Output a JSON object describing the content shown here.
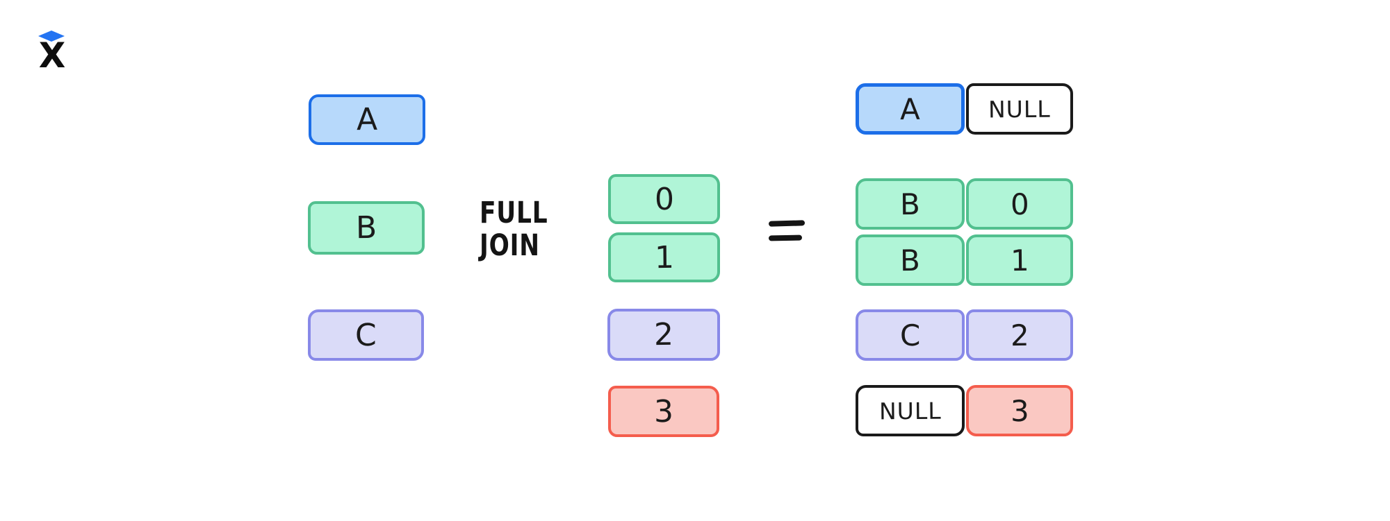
{
  "palette": {
    "blue": {
      "fill": "#b7d9fb",
      "border": "#1c6ee8"
    },
    "green": {
      "fill": "#b0f5d7",
      "border": "#52c08f"
    },
    "purple": {
      "fill": "#dadbf8",
      "border": "#8889e8"
    },
    "red": {
      "fill": "#fac8c2",
      "border": "#f45d4d"
    },
    "null": {
      "fill": "#ffffff",
      "border": "#1a1a1a"
    }
  },
  "logo": {
    "letter": "X",
    "diamond_color": "#2474f2"
  },
  "left_table": {
    "cells": [
      {
        "label": "A",
        "color": "blue"
      },
      {
        "label": "B",
        "color": "green"
      },
      {
        "label": "C",
        "color": "purple"
      }
    ]
  },
  "operator": {
    "line1": "FULL",
    "line2": "JOIN"
  },
  "right_table": {
    "cells": [
      {
        "label": "0",
        "color": "green"
      },
      {
        "label": "1",
        "color": "green"
      },
      {
        "label": "2",
        "color": "purple"
      },
      {
        "label": "3",
        "color": "red"
      }
    ]
  },
  "equals_sign": "=",
  "result_table": {
    "rows": [
      {
        "left": {
          "label": "A",
          "color": "blue"
        },
        "right": {
          "label": "NULL",
          "color": "null"
        }
      },
      {
        "left": {
          "label": "B",
          "color": "green"
        },
        "right": {
          "label": "0",
          "color": "green"
        }
      },
      {
        "left": {
          "label": "B",
          "color": "green"
        },
        "right": {
          "label": "1",
          "color": "green"
        }
      },
      {
        "left": {
          "label": "C",
          "color": "purple"
        },
        "right": {
          "label": "2",
          "color": "purple"
        }
      },
      {
        "left": {
          "label": "NULL",
          "color": "null"
        },
        "right": {
          "label": "3",
          "color": "red"
        }
      }
    ]
  }
}
